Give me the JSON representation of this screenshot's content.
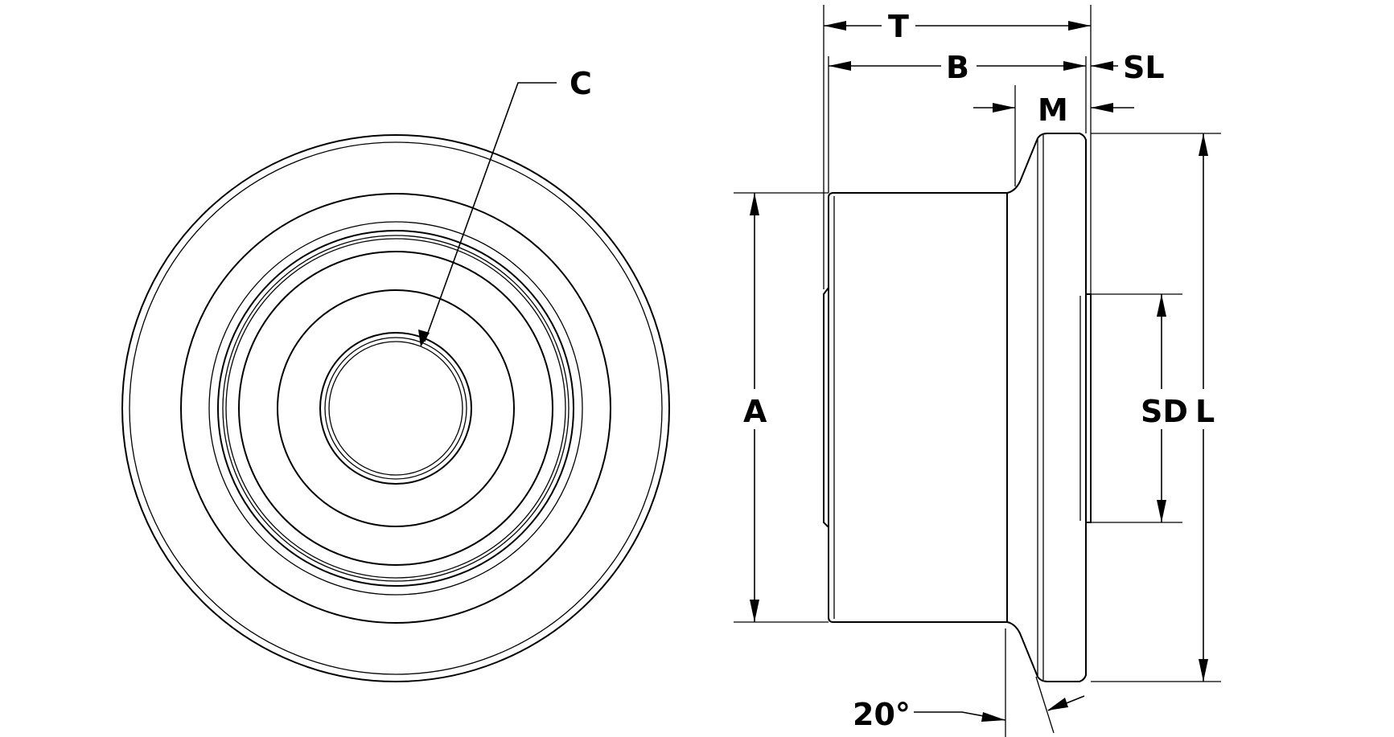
{
  "labels": {
    "C": "C",
    "T": "T",
    "B": "B",
    "SL": "SL",
    "M": "M",
    "A": "A",
    "SD": "SD",
    "L": "L",
    "angle": "20°"
  }
}
